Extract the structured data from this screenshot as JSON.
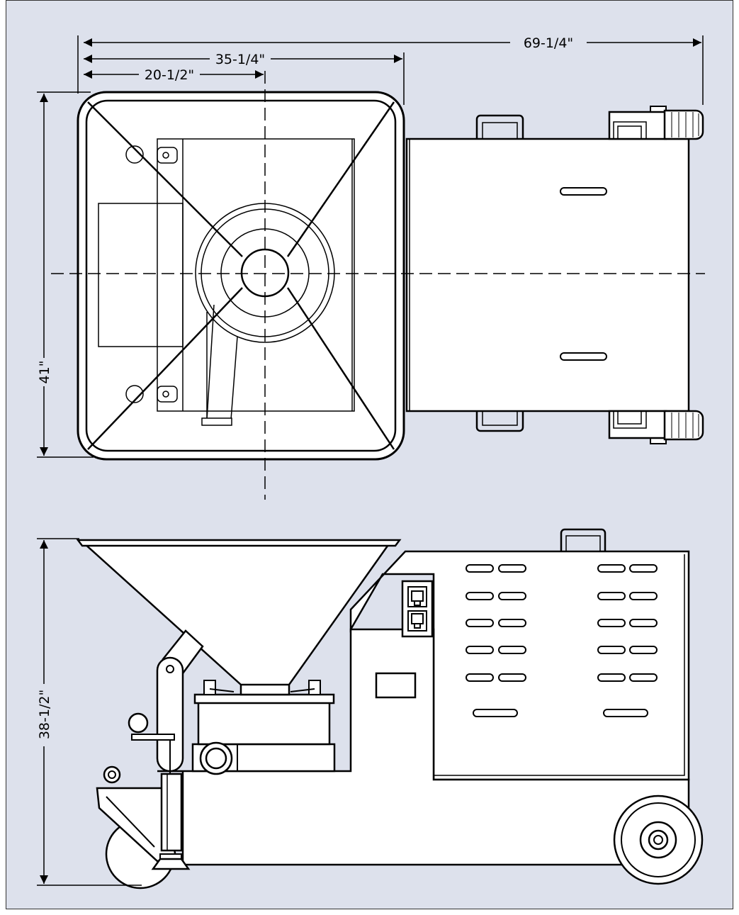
{
  "colors": {
    "background": "#dde1ec",
    "line": "#000000",
    "fill": "#ffffff"
  },
  "dimensions": {
    "overall_length": "69-1/4\"",
    "hopper_width": "35-1/4\"",
    "hopper_center": "20-1/2\"",
    "overall_width": "41\"",
    "overall_height": "38-1/2\""
  }
}
